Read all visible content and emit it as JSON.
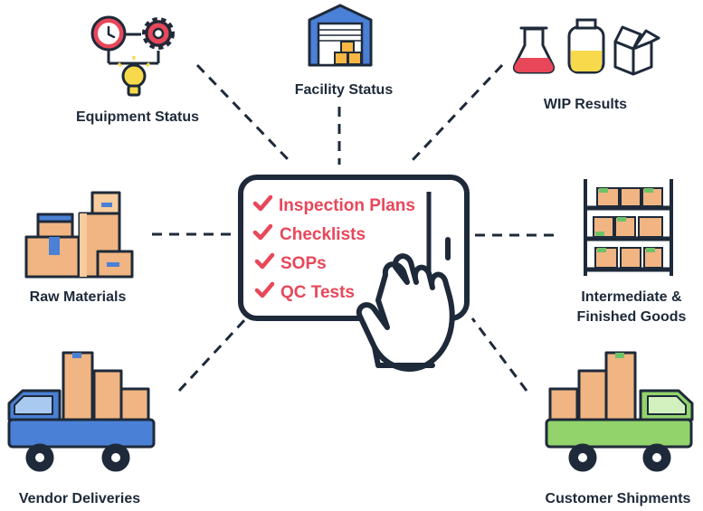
{
  "tablet_items": [
    {
      "label": "Inspection Plans"
    },
    {
      "label": "Checklists"
    },
    {
      "label": "SOPs"
    },
    {
      "label": "QC Tests"
    }
  ],
  "nodes": {
    "equipment_status": "Equipment Status",
    "facility_status": "Facility Status",
    "wip_results": "WIP Results",
    "raw_materials": "Raw Materials",
    "intermediate_finished_line1": "Intermediate &",
    "intermediate_finished_line2": "Finished Goods",
    "vendor_deliveries": "Vendor Deliveries",
    "customer_shipments": "Customer Shipments"
  },
  "colors": {
    "outline": "#1e2a3a",
    "accent_red": "#e8475a",
    "box": "#f0b582",
    "box_light": "#f7cc9e",
    "blue": "#4a80d6",
    "green": "#92d36c",
    "shelf_green": "#6dc268",
    "yellow": "#f8d94b"
  }
}
